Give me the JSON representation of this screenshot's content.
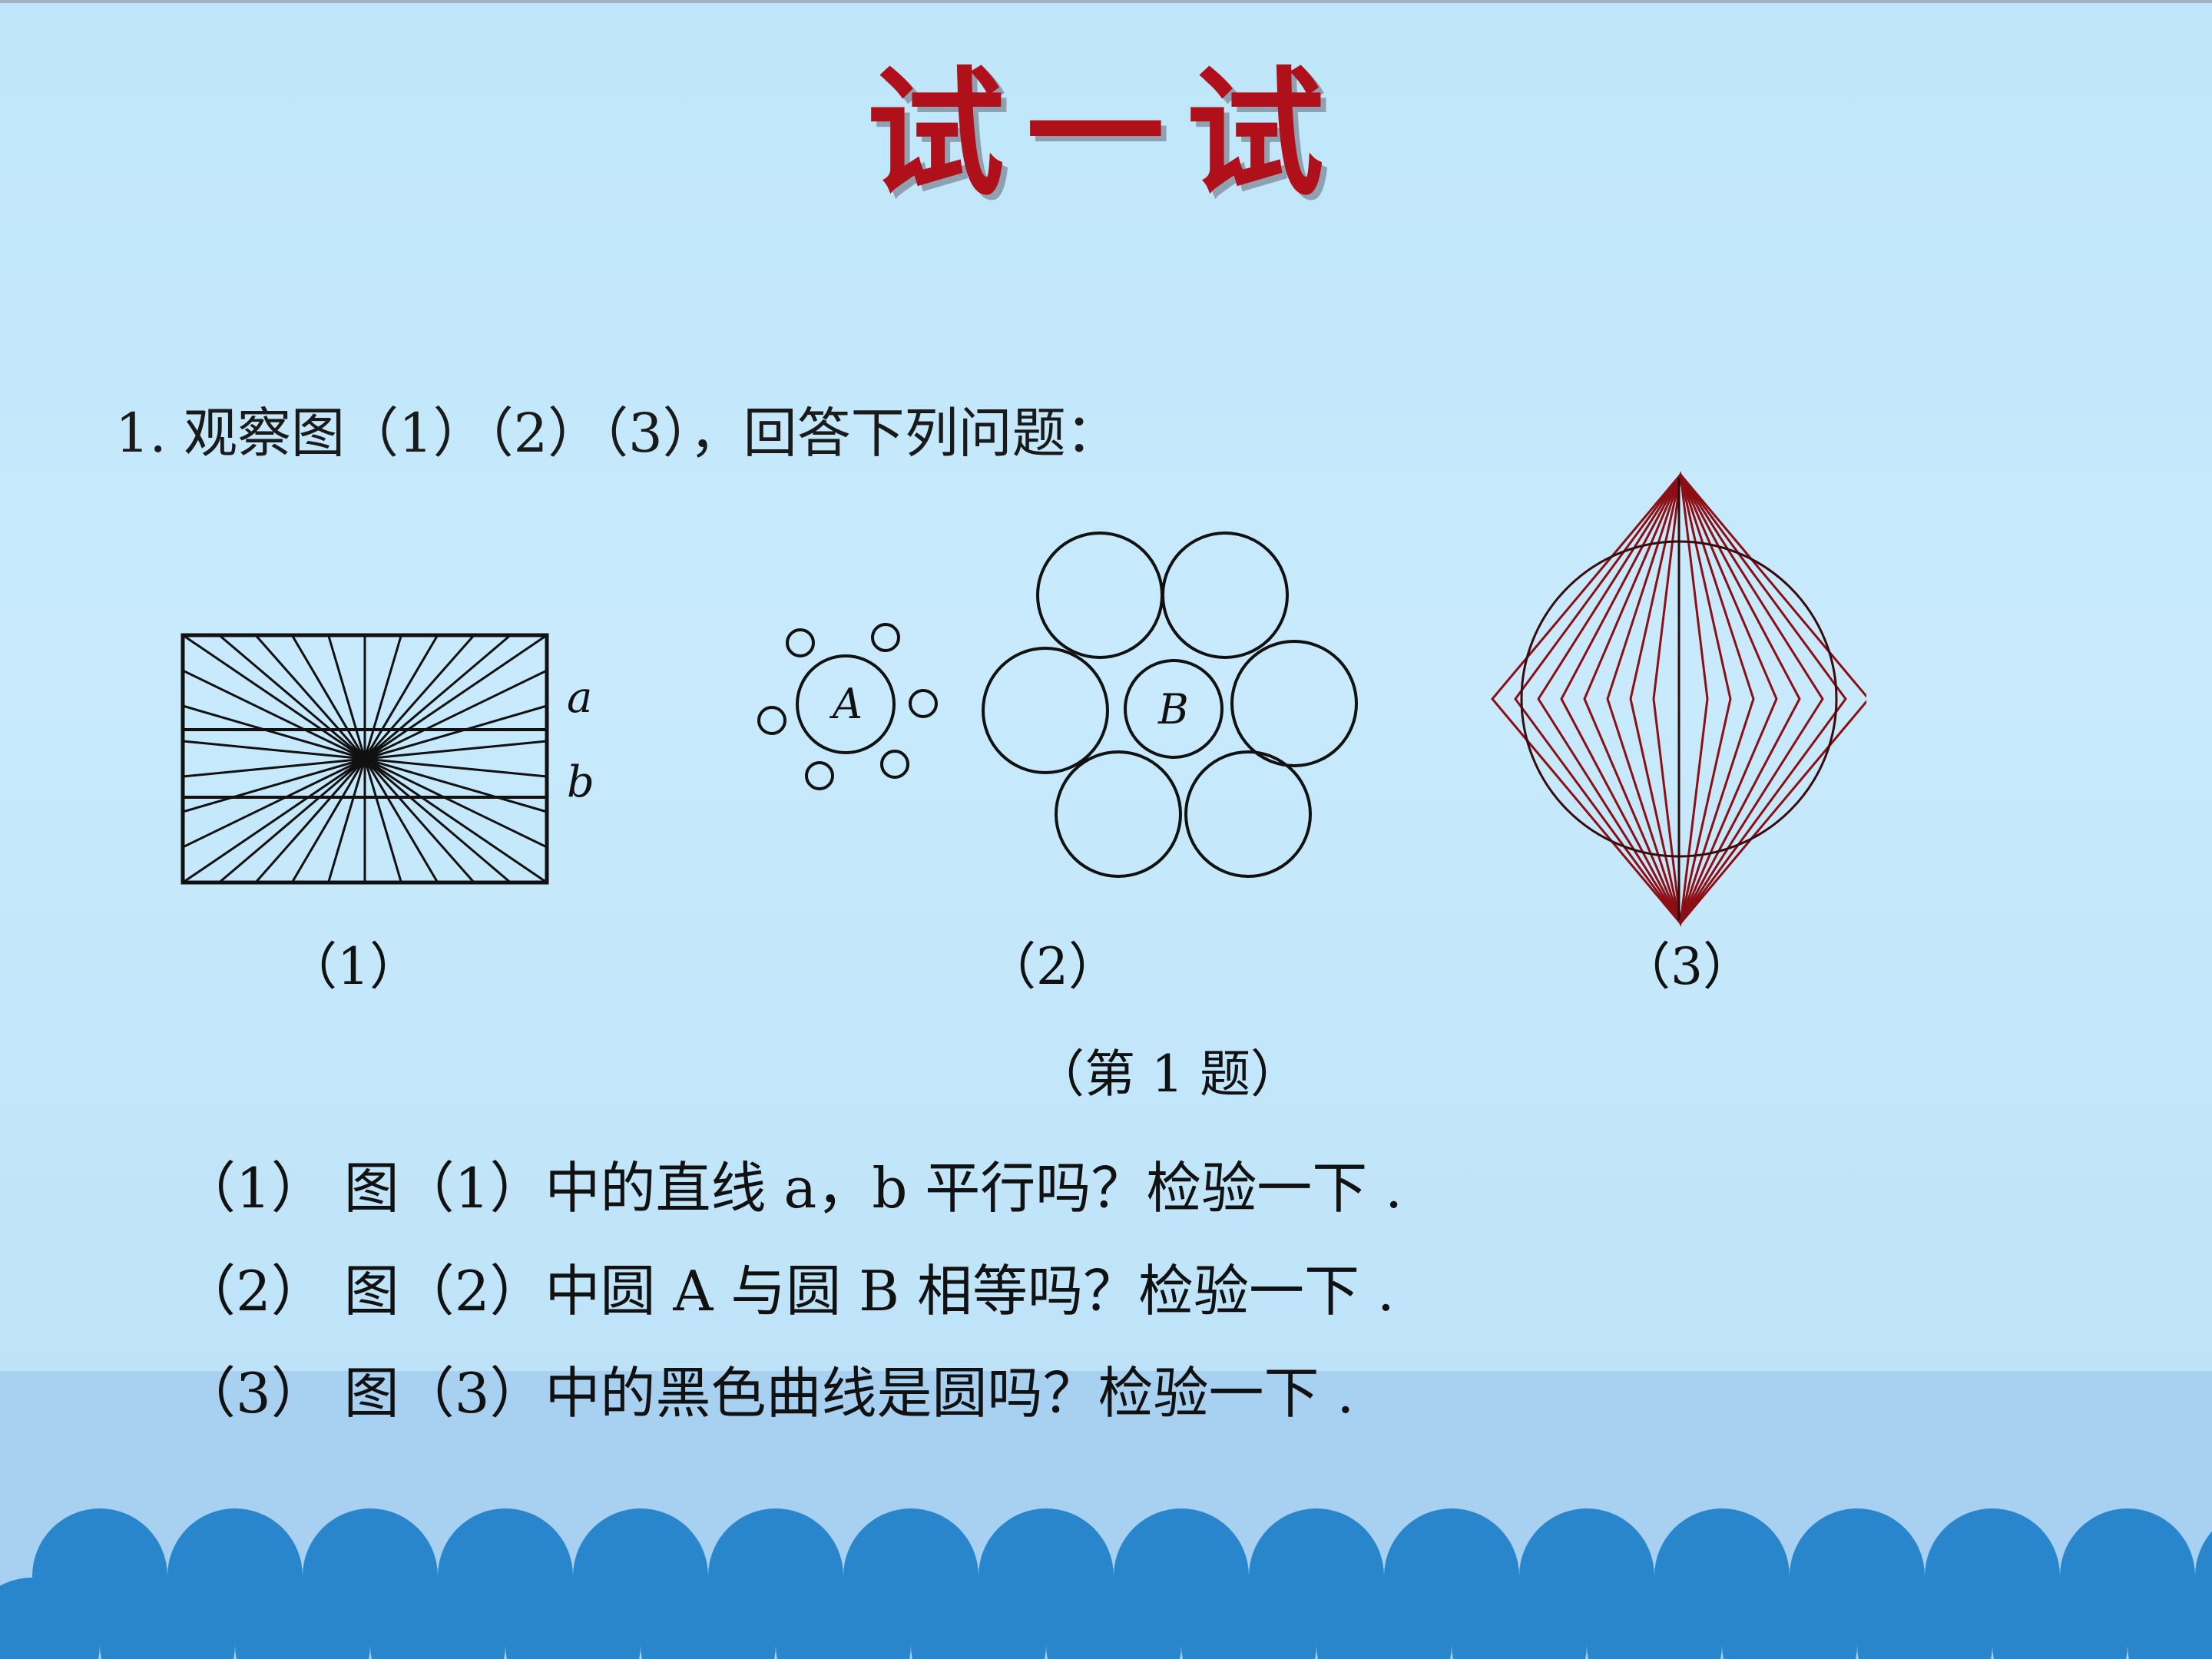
{
  "slide": {
    "title": "试一试",
    "question": "1. 观察图（1）（2）（3），回答下列问题：",
    "figure_labels": {
      "fig1_line_a": "a",
      "fig1_line_b": "b",
      "fig2_circle_a": "A",
      "fig2_circle_b": "B"
    },
    "captions": [
      "（1）",
      "（2）",
      "（3）"
    ],
    "figure_caption": "（第 1 题）",
    "sub_questions": [
      "（1） 图（1）中的直线 a，b 平行吗？检验一下 .",
      "（2） 图（2）中圆 A 与圆 B 相等吗？检验一下 .",
      "（3） 图（3）中的黑色曲线是圆吗？检验一下 ."
    ]
  },
  "colors": {
    "title": "#b0101a",
    "background": "#c3e7fb",
    "sea": "#a8d0f0",
    "waves": "#2a86cc",
    "figure3_lines": "#8b0f14"
  }
}
